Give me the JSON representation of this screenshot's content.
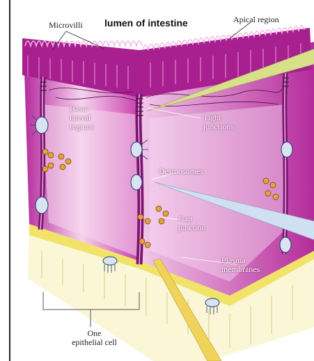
{
  "labels": {
    "microvilli": "Microvilli",
    "lumen": "lumen of intestine",
    "apical": "Apical region",
    "basolateral": "Baso-\nlateral\nregions",
    "tight_junctions": "Tight\njunctions",
    "desmosomes": "Desmosomes",
    "gap_junction": "Gap\njunction",
    "plasma_membranes": "Plasma\nmembranes",
    "epithelial_cell": "One\nepithelial cell"
  },
  "colors": {
    "cytoplasm": "#c13aa8",
    "cytoplasm_light": "#f2c6ec",
    "membrane": "#7a1570",
    "basement": "#f1e36a",
    "connective": "#fbf6d6",
    "pointer_green": "#d8e08a",
    "pointer_blue": "#cfe0f2",
    "pointer_yellow": "#f0d35a"
  },
  "icons": [
    "desmosome-icon",
    "gap-junction-icon",
    "tight-junction-icon"
  ]
}
